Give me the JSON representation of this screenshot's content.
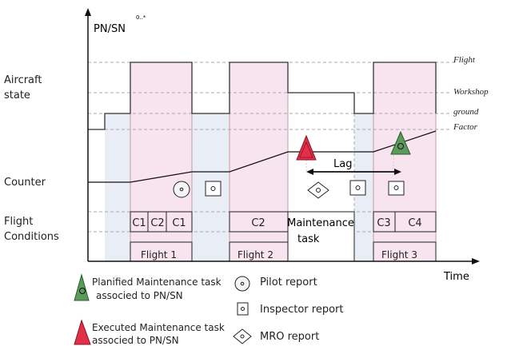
{
  "axes": {
    "y_label": "PN/SN",
    "y_superscript": "0..*",
    "x_label": "Time"
  },
  "levels": {
    "flight": "Flight",
    "workshop": "Workshop",
    "ground": "ground",
    "factor": "Factor"
  },
  "row_labels": {
    "aircraft_state_1": "Aircraft",
    "aircraft_state_2": "state",
    "counter": "Counter",
    "flight_conditions_1": "Flight",
    "flight_conditions_2": "Conditions"
  },
  "conditions": {
    "f1": [
      "C1",
      "C2",
      "C1"
    ],
    "f2": [
      "C2"
    ],
    "f3": [
      "C3",
      "C4"
    ]
  },
  "flights": [
    "Flight  1",
    "Flight  2",
    "Flight  3"
  ],
  "maintenance": {
    "line1": "Maintenance",
    "line2": "task"
  },
  "lag_label": "Lag",
  "legend": {
    "planified_1": "Planified Maintenance task",
    "planified_2": "associed to PN/SN",
    "executed_1": "Executed Maintenance task",
    "executed_2": "associed to  PN/SN",
    "pilot": "Pilot report",
    "inspector": "Inspector report",
    "mro": "MRO report"
  },
  "colors": {
    "flight_fill": "#f7e4ee",
    "flight_stroke": "#c9999f",
    "ground_fill": "#e9eef6",
    "executed": "#e0304a",
    "planified": "#5a9a5a"
  }
}
